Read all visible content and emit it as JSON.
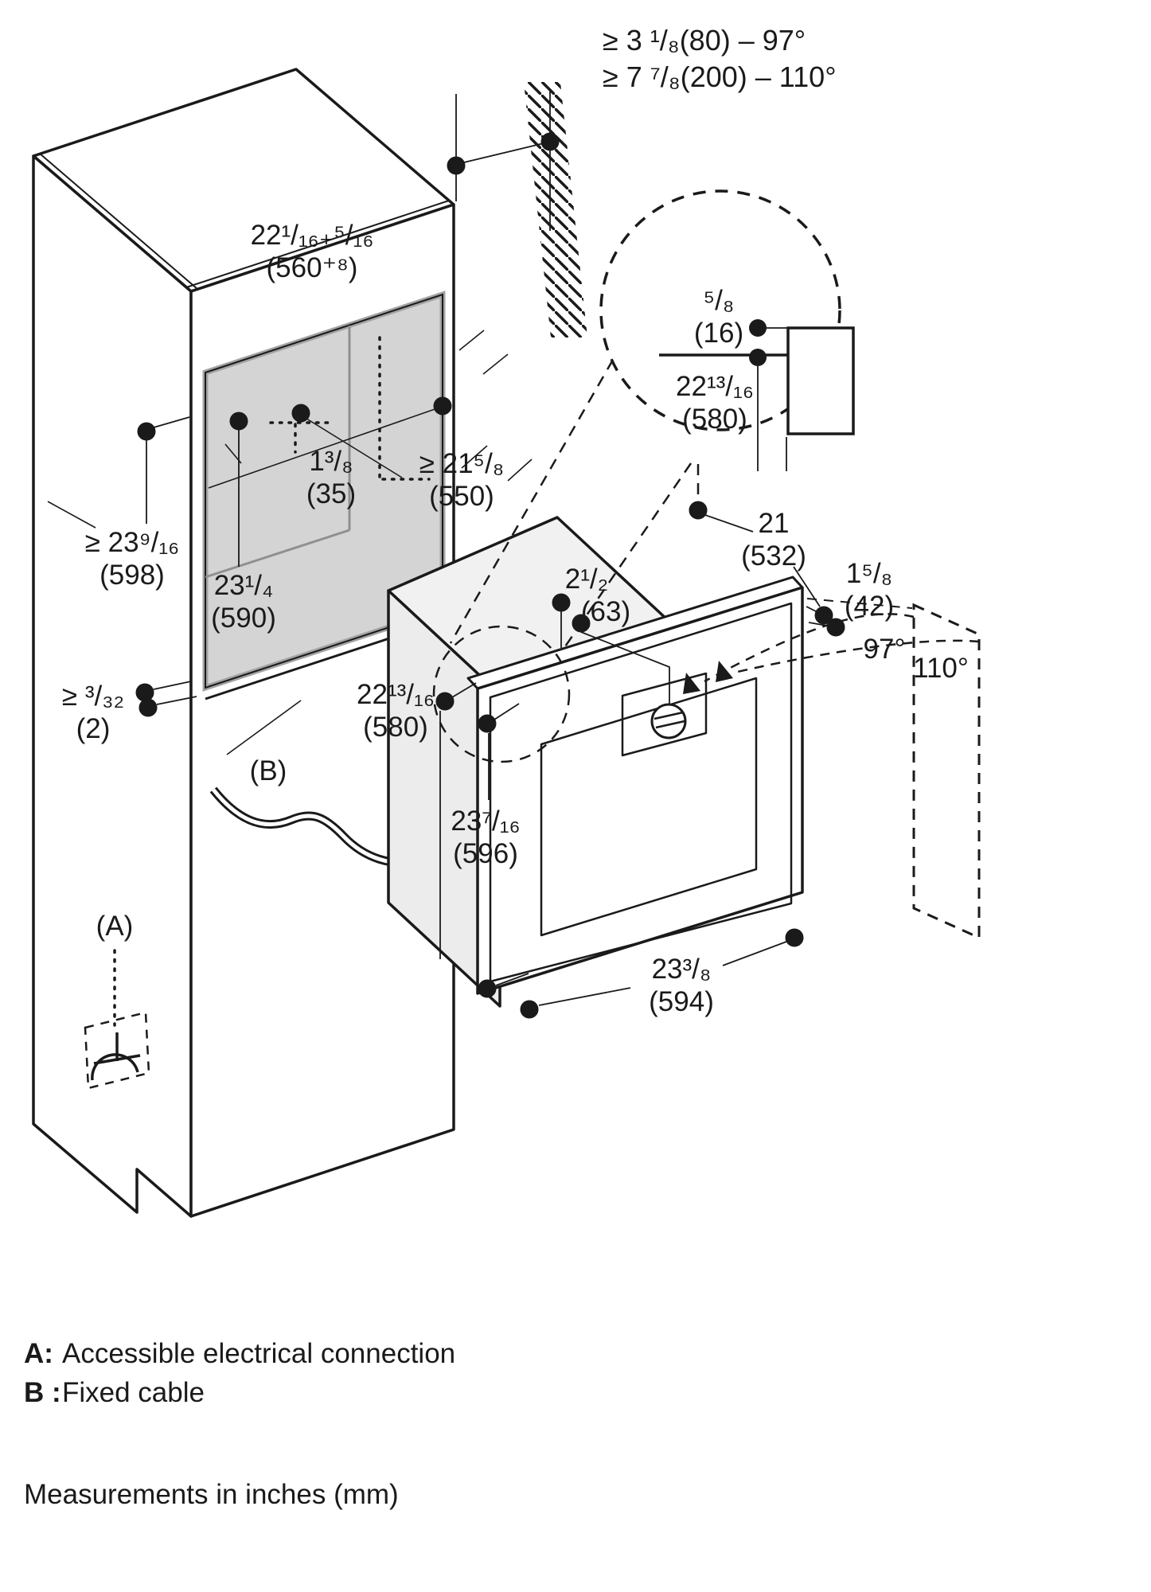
{
  "diagram_title": "Built-in oven installation drawing",
  "clearance_note": {
    "line1": "≥ 3 ¹/₈(80) – 97°",
    "line2": "≥ 7 ⁷/₈(200) – 110°"
  },
  "dims": {
    "niche_width": {
      "in": "22¹/₁₆₊⁵/₁₆",
      "mm": "(560⁺⁸)"
    },
    "detail_gap": {
      "in": "⁵/₈",
      "mm": "(16)"
    },
    "detail_height": {
      "in": "22¹³/₁₆",
      "mm": "(580)"
    },
    "ceiling_offset": {
      "in": "1³/₈",
      "mm": "(35)"
    },
    "interior_depth": {
      "in": "≥ 21⁵/₈",
      "mm": "(550)"
    },
    "niche_height": {
      "in": "≥ 23⁹/₁₆",
      "mm": "(598)"
    },
    "niche_depth": {
      "in": "23¹/₄",
      "mm": "(590)"
    },
    "bottom_gap": {
      "in": "≥ ³/₃₂",
      "mm": "(2)"
    },
    "oven_depth": {
      "in": "21",
      "mm": "(532)"
    },
    "handle_offset": {
      "in": "2¹/₂",
      "mm": "(63)"
    },
    "door_thickness": {
      "in": "1⁵/₈",
      "mm": "(42)"
    },
    "oven_body_height": {
      "in": "22¹³/₁₆",
      "mm": "(580)"
    },
    "oven_front_height": {
      "in": "23⁷/₁₆",
      "mm": "(596)"
    },
    "oven_width": {
      "in": "23³/₈",
      "mm": "(594)"
    }
  },
  "angles": {
    "door_97": "97°",
    "door_110": "110°"
  },
  "markers": {
    "a": "(A)",
    "b": "(B)"
  },
  "legend": {
    "a_key": "A:",
    "a_text": "Accessible electrical connection",
    "b_key": "B :",
    "b_text": "Fixed cable"
  },
  "footer": "Measurements in inches (mm)",
  "colors": {
    "line": "#1a1a1a",
    "niche_fill": "#d4d4d4",
    "niche_edge": "#a3a3a3",
    "oven_top": "#f1f1f1",
    "oven_side": "#ececec",
    "background": "#ffffff"
  }
}
